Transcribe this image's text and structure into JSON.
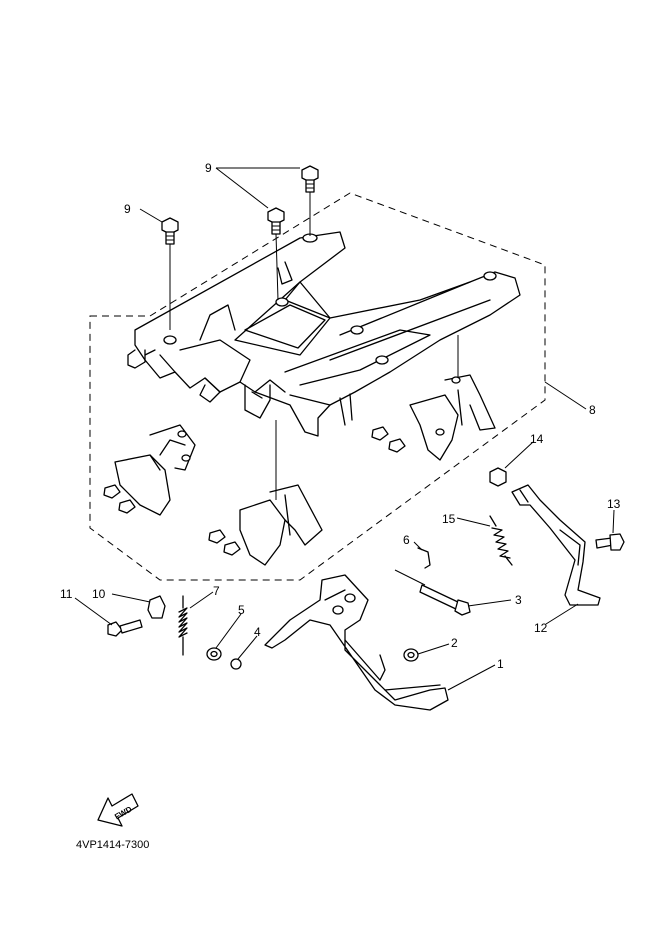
{
  "diagram_code": "4VP1414-7300",
  "fwd_label": "FWD",
  "callouts": [
    {
      "id": "c1",
      "label": "1"
    },
    {
      "id": "c2",
      "label": "2"
    },
    {
      "id": "c3",
      "label": "3"
    },
    {
      "id": "c4",
      "label": "4"
    },
    {
      "id": "c5",
      "label": "5"
    },
    {
      "id": "c6",
      "label": "6"
    },
    {
      "id": "c7",
      "label": "7"
    },
    {
      "id": "c8",
      "label": "8"
    },
    {
      "id": "c9a",
      "label": "9"
    },
    {
      "id": "c9b",
      "label": "9"
    },
    {
      "id": "c10",
      "label": "10"
    },
    {
      "id": "c11",
      "label": "11"
    },
    {
      "id": "c12",
      "label": "12"
    },
    {
      "id": "c13",
      "label": "13"
    },
    {
      "id": "c14",
      "label": "14"
    },
    {
      "id": "c15",
      "label": "15"
    }
  ]
}
